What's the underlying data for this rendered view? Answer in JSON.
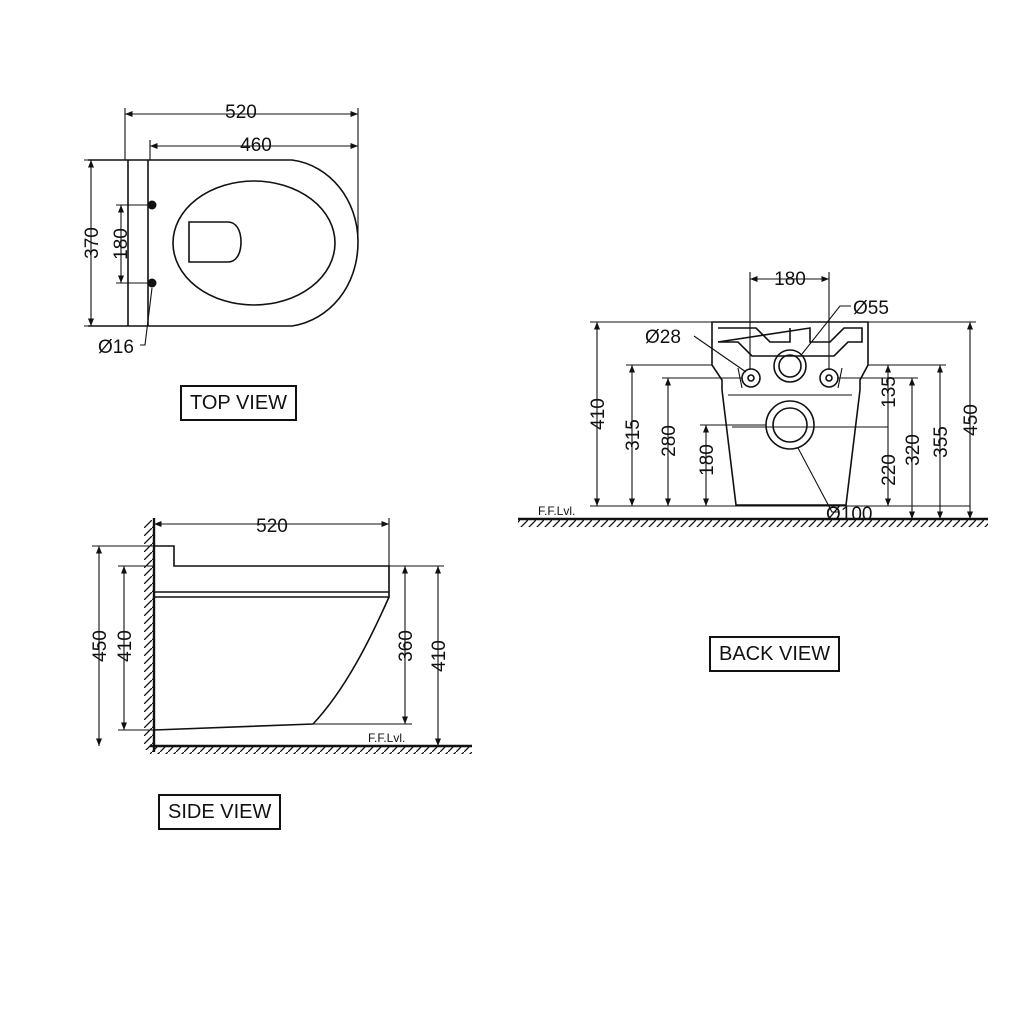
{
  "views": {
    "top": "TOP VIEW",
    "side": "SIDE VIEW",
    "back": "BACK VIEW"
  },
  "top_view": {
    "overall_length": "520",
    "bowl_length": "460",
    "width": "370",
    "fixing_spacing": "180",
    "fixing_hole": "Ø16"
  },
  "side_view": {
    "length": "520",
    "height_total": "450",
    "height_rim": "410",
    "height_outlet": "360",
    "height_rim_right": "410",
    "floor_label": "F.F.Lvl."
  },
  "back_view": {
    "bolt_spacing": "180",
    "inlet": "Ø55",
    "bolt_hole": "Ø28",
    "outlet": "Ø100",
    "h_410": "410",
    "h_315": "315",
    "h_280": "280",
    "h_180": "180",
    "h_135": "135",
    "h_220": "220",
    "h_320": "320",
    "h_355": "355",
    "h_450": "450",
    "floor_label": "F.F.Lvl."
  }
}
